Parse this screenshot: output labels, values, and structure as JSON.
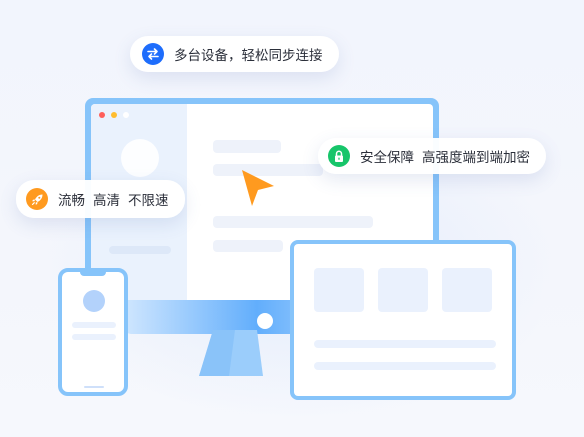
{
  "features": {
    "multi_device": {
      "text": "多台设备，轻松同步连接",
      "icon": "sync-arrows-icon",
      "color": "#1e6dfc"
    },
    "security": {
      "text_a": "安全保障",
      "text_b": "高强度端到端加密",
      "icon": "lock-icon",
      "color": "#17c56a"
    },
    "speed": {
      "text_a": "流畅",
      "text_b": "高清",
      "text_c": "不限速",
      "icon": "rocket-icon",
      "color": "#ff9a1f"
    }
  },
  "colors": {
    "frame": "#85c4fb",
    "cursor": "#ff9a1f",
    "traffic_red": "#ff5f5a",
    "traffic_yellow": "#ffbd2e",
    "traffic_white": "#ffffff"
  }
}
